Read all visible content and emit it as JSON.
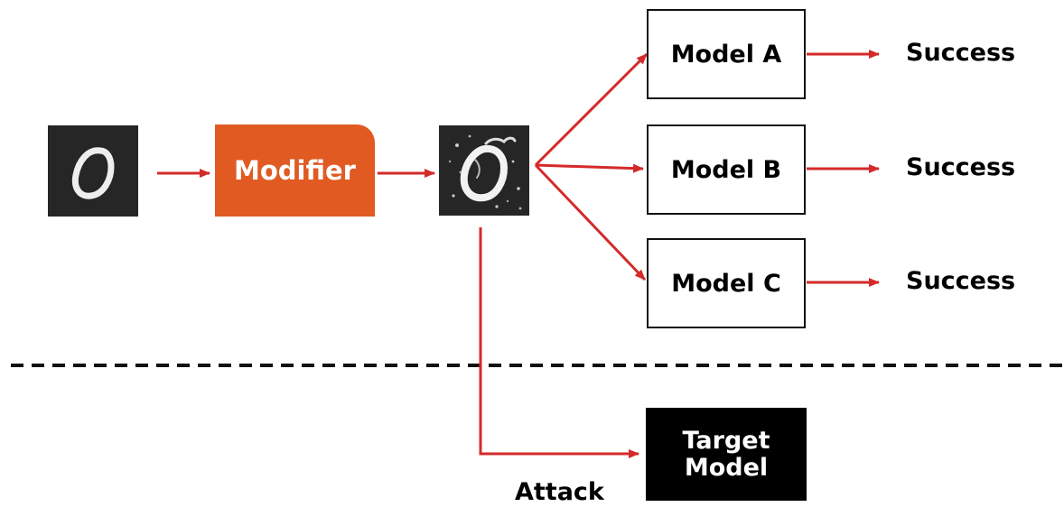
{
  "diagram": {
    "modifier_label": "Modifier",
    "models": [
      {
        "label": "Model A",
        "result": "Success"
      },
      {
        "label": "Model B",
        "result": "Success"
      },
      {
        "label": "Model C",
        "result": "Success"
      }
    ],
    "target": {
      "line1": "Target",
      "line2": "Model"
    },
    "attack_label": "Attack"
  },
  "colors": {
    "arrow": "#d42a2a",
    "modifier": "#e05a22",
    "target": "#000000",
    "tile": "#262626"
  },
  "icons": {
    "input_image": "handwritten-digit-zero-icon",
    "adversarial_image": "noisy-digit-zero-icon"
  }
}
